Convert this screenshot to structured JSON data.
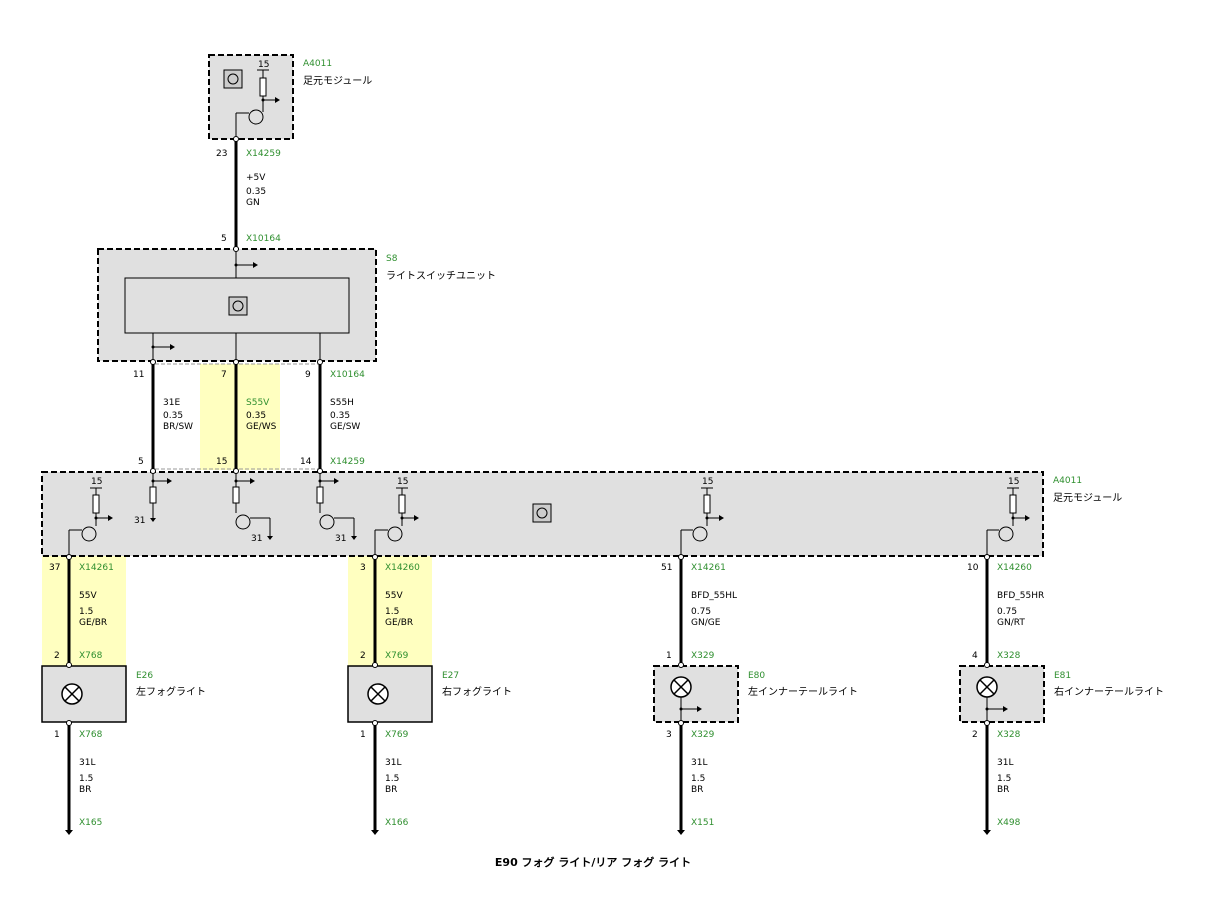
{
  "title": "E90 フォグ ライト/リア フォグ ライト",
  "components": {
    "a4011_top": {
      "code": "A4011",
      "name": "足元モジュール",
      "supply": "15"
    },
    "s8": {
      "code": "S8",
      "name": "ライトスイッチユニット"
    },
    "a4011_main": {
      "code": "A4011",
      "name": "足元モジュール",
      "supply": "15",
      "ground": "31"
    },
    "e26": {
      "code": "E26",
      "name": "左フォグライト"
    },
    "e27": {
      "code": "E27",
      "name": "右フォグライト"
    },
    "e80": {
      "code": "E80",
      "name": "左インナーテールライト"
    },
    "e81": {
      "code": "E81",
      "name": "右インナーテールライト"
    }
  },
  "wires": {
    "w_5v": {
      "pin_top": "23",
      "conn_top": "X14259",
      "signal": "+5V",
      "size": "0.35",
      "color": "GN",
      "pin_bottom": "5",
      "conn_bottom": "X10164"
    },
    "w_31e": {
      "pin_top": "11",
      "signal": "31E",
      "size": "0.35",
      "color": "BR/SW",
      "pin_bottom": "5"
    },
    "w_s55v": {
      "pin_top": "7",
      "signal": "S55V",
      "size": "0.35",
      "color": "GE/WS",
      "pin_bottom": "15"
    },
    "w_s55h": {
      "pin_top": "9",
      "conn_top": "X10164",
      "signal": "S55H",
      "size": "0.35",
      "color": "GE/SW",
      "pin_bottom": "14",
      "conn_bottom": "X14259"
    },
    "w_e26": {
      "pin_top": "37",
      "conn_top": "X14261",
      "signal": "55V",
      "size": "1.5",
      "color": "GE/BR",
      "pin_bottom": "2",
      "conn_bottom": "X768"
    },
    "w_e27": {
      "pin_top": "3",
      "conn_top": "X14260",
      "signal": "55V",
      "size": "1.5",
      "color": "GE/BR",
      "pin_bottom": "2",
      "conn_bottom": "X769"
    },
    "w_e80": {
      "pin_top": "51",
      "conn_top": "X14261",
      "signal": "BFD_55HL",
      "size": "0.75",
      "color": "GN/GE",
      "pin_bottom": "1",
      "conn_bottom": "X329"
    },
    "w_e81": {
      "pin_top": "10",
      "conn_top": "X14260",
      "signal": "BFD_55HR",
      "size": "0.75",
      "color": "GN/RT",
      "pin_bottom": "4",
      "conn_bottom": "X328"
    },
    "g_e26": {
      "pin_top": "1",
      "conn_top": "X768",
      "signal": "31L",
      "size": "1.5",
      "color": "BR",
      "ground": "X165"
    },
    "g_e27": {
      "pin_top": "1",
      "conn_top": "X769",
      "signal": "31L",
      "size": "1.5",
      "color": "BR",
      "ground": "X166"
    },
    "g_e80": {
      "pin_top": "3",
      "conn_top": "X329",
      "signal": "31L",
      "size": "1.5",
      "color": "BR",
      "ground": "X151"
    },
    "g_e81": {
      "pin_top": "2",
      "conn_top": "X328",
      "signal": "31L",
      "size": "1.5",
      "color": "BR",
      "ground": "X498"
    }
  },
  "colors": {
    "component_fill": "#e0e0e0",
    "highlight": "#ffffc0",
    "connector_text": "#2f8f2f",
    "wire": "#000000"
  }
}
